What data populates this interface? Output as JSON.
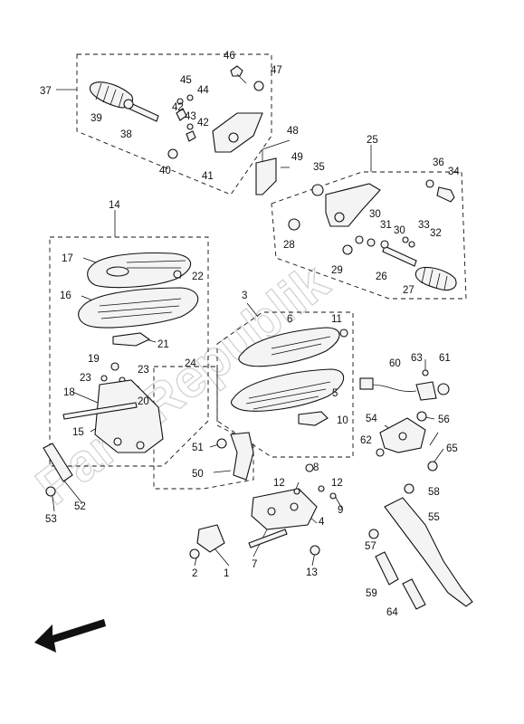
{
  "watermark": "PartsRepublik",
  "parts": [
    {
      "num": "1"
    },
    {
      "num": "2"
    },
    {
      "num": "3"
    },
    {
      "num": "4"
    },
    {
      "num": "5"
    },
    {
      "num": "6"
    },
    {
      "num": "7"
    },
    {
      "num": "8"
    },
    {
      "num": "9"
    },
    {
      "num": "10"
    },
    {
      "num": "11"
    },
    {
      "num": "12"
    },
    {
      "num": "12"
    },
    {
      "num": "13"
    },
    {
      "num": "14"
    },
    {
      "num": "15"
    },
    {
      "num": "16"
    },
    {
      "num": "17"
    },
    {
      "num": "18"
    },
    {
      "num": "19"
    },
    {
      "num": "20"
    },
    {
      "num": "21"
    },
    {
      "num": "22"
    },
    {
      "num": "23"
    },
    {
      "num": "23"
    },
    {
      "num": "24"
    },
    {
      "num": "25"
    },
    {
      "num": "26"
    },
    {
      "num": "27"
    },
    {
      "num": "28"
    },
    {
      "num": "29"
    },
    {
      "num": "30"
    },
    {
      "num": "30"
    },
    {
      "num": "31"
    },
    {
      "num": "32"
    },
    {
      "num": "33"
    },
    {
      "num": "34"
    },
    {
      "num": "35"
    },
    {
      "num": "36"
    },
    {
      "num": "37"
    },
    {
      "num": "38"
    },
    {
      "num": "39"
    },
    {
      "num": "40"
    },
    {
      "num": "41"
    },
    {
      "num": "42"
    },
    {
      "num": "42"
    },
    {
      "num": "43"
    },
    {
      "num": "44"
    },
    {
      "num": "45"
    },
    {
      "num": "46"
    },
    {
      "num": "47"
    },
    {
      "num": "48"
    },
    {
      "num": "49"
    },
    {
      "num": "50"
    },
    {
      "num": "51"
    },
    {
      "num": "52"
    },
    {
      "num": "53"
    },
    {
      "num": "54"
    },
    {
      "num": "55"
    },
    {
      "num": "56"
    },
    {
      "num": "57"
    },
    {
      "num": "58"
    },
    {
      "num": "59"
    },
    {
      "num": "60"
    },
    {
      "num": "61"
    },
    {
      "num": "62"
    },
    {
      "num": "63"
    },
    {
      "num": "64"
    },
    {
      "num": "65"
    }
  ]
}
